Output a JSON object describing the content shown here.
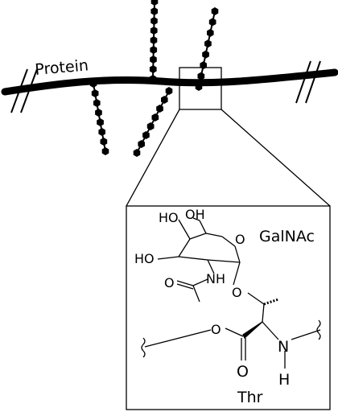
{
  "labels": {
    "protein": "Protein",
    "sugar": "GalNAc",
    "amino_acid": "Thr"
  },
  "atoms": {
    "oh_top_left": "HO",
    "oh_top_right": "OH",
    "ho_left": "HO",
    "ring_oxygen": "O",
    "nh_acetamido": "NH",
    "carbonyl_oxygen_acetyl": "O",
    "glycosidic_oxygen": "O",
    "ester_oxygen": "O",
    "carbonyl_oxygen": "O",
    "amide_nitrogen": "N",
    "amide_hydrogen": "H"
  },
  "colors": {
    "ink": "#000000",
    "background": "#ffffff"
  }
}
